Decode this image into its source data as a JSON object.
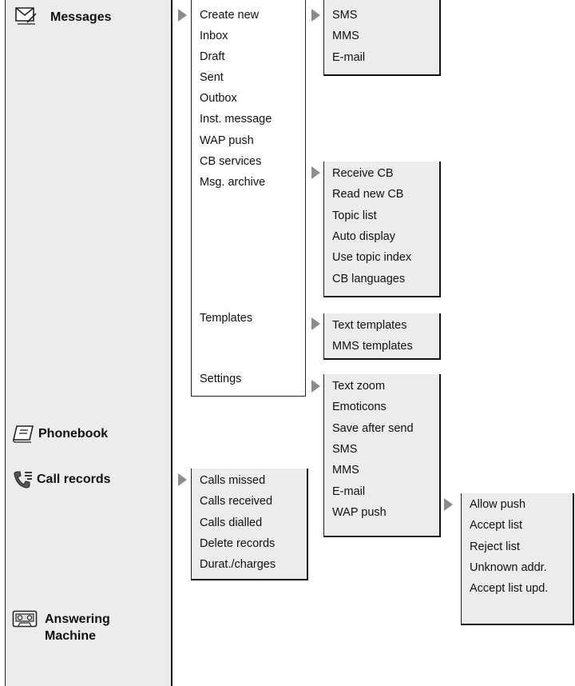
{
  "main_menu": {
    "messages": "Messages",
    "phonebook": "Phonebook",
    "call_records": "Call records",
    "answering_machine_line1": "Answering",
    "answering_machine_line2": "Machine"
  },
  "icons": {
    "messages": "envelope-icon",
    "phonebook": "phonebook-icon",
    "call_records": "call-records-icon",
    "answering_machine": "cassette-icon"
  },
  "messages_menu": [
    "Create new",
    "Inbox",
    "Draft",
    "Sent",
    "Outbox",
    "Inst. message",
    "WAP push",
    "CB services",
    "Msg. archive",
    "Templates",
    "Settings"
  ],
  "create_new_menu": [
    "SMS",
    "MMS",
    "E-mail"
  ],
  "cb_services_menu": [
    "Receive CB",
    "Read new CB",
    "Topic list",
    "Auto display",
    "Use topic index",
    "CB languages"
  ],
  "templates_menu": [
    "Text templates",
    "MMS templates"
  ],
  "settings_menu": [
    "Text zoom",
    "Emoticons",
    "Save after send",
    "SMS",
    "MMS",
    "E-mail",
    "WAP push"
  ],
  "call_records_menu": [
    "Calls missed",
    "Calls received",
    "Calls dialled",
    "Delete records",
    "Durat./charges"
  ],
  "wap_push_menu": [
    "Allow push",
    "Accept list",
    "Reject list",
    "Unknown addr.",
    "Accept list upd."
  ],
  "colors": {
    "box_fill": "#ececec",
    "arrow": "#8c8c8c",
    "border": "#111111"
  }
}
